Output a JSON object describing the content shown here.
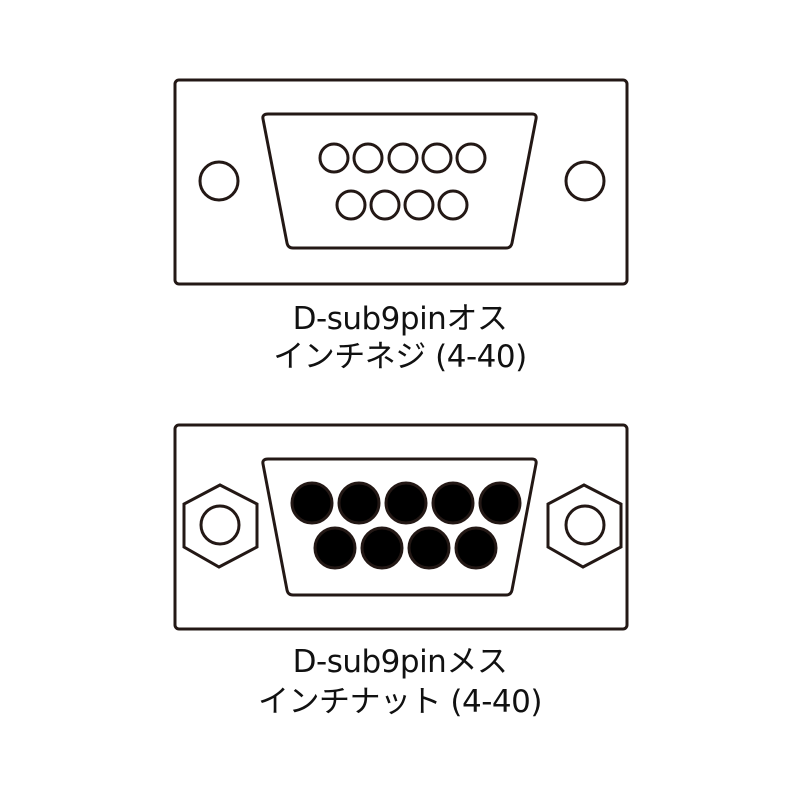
{
  "colors": {
    "stroke": "#231815",
    "fill": "#000000",
    "background": "#ffffff"
  },
  "connectors": [
    {
      "type": "D-sub 9pin male",
      "pin_style": "hollow",
      "mount": "inch screw",
      "pins_top_row": 5,
      "pins_bottom_row": 4,
      "label_line1": "D-sub9pinオス",
      "label_line2": "インチネジ (4-40)"
    },
    {
      "type": "D-sub 9pin female",
      "pin_style": "filled",
      "mount": "inch nut (hex)",
      "pins_top_row": 5,
      "pins_bottom_row": 4,
      "label_line1": "D-sub9pinメス",
      "label_line2": "インチナット (4-40)"
    }
  ]
}
